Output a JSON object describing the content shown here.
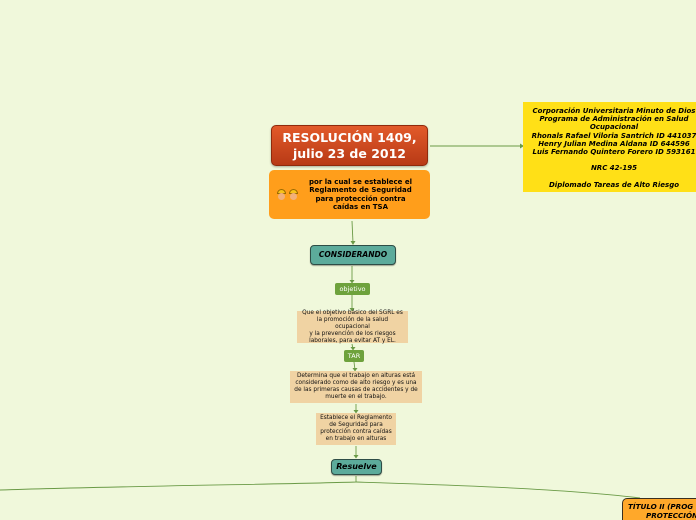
{
  "title_node": {
    "line1": "RESOLUCIÓN 1409,",
    "line2": "julio 23 de 2012"
  },
  "subtitle_node": {
    "icon": "construction-workers-icon",
    "lines": [
      "por la cual se establece el",
      "Reglamento de Seguridad",
      "para protección contra",
      "caídas en TSA"
    ]
  },
  "info_node": {
    "lines": [
      "Corporación Universitaria Minuto de Dios",
      "Programa de Administración en Salud",
      "Ocupacional",
      "Rhonals Rafael Viloria Santrich   ID 441037",
      "Henry Julian Medina Aldana   ID 644596",
      "Luis Fernando Quintero Forero ID 593161",
      "",
      "NRC 42-195",
      "",
      "Diplomado Tareas de Alto Riesgo"
    ]
  },
  "considerando_node": {
    "label": "CONSIDERANDO"
  },
  "objetivo_label": {
    "label": "objetivo"
  },
  "objetivo_text": {
    "lines": [
      "Que el objetivo básico del SGRL es",
      "la promoción de la salud ocupacional",
      "y la prevención de los riesgos",
      "laborales, para evitar AT y EL."
    ]
  },
  "tar_label": {
    "label": "TAR"
  },
  "tar_text": {
    "lines": [
      "Determina que el trabajo en alturas está",
      "considerado como de alto riesgo y es una",
      "de las primeras causas de accidentes y de",
      "muerte en el trabajo."
    ]
  },
  "reglamento_text": {
    "lines": [
      "Establece el Reglamento",
      "de Seguridad para",
      "protección contra caídas",
      "en trabajo en alturas"
    ]
  },
  "resuelve_node": {
    "label": "Resuelve"
  },
  "titulo2_node": {
    "lines": [
      "TÍTULO II (PROG",
      "PROTECCIÓN"
    ]
  },
  "colors": {
    "background": "#f0f8db",
    "title": "#c9461c",
    "subtitle": "#ff9e1b",
    "info": "#ffe017",
    "teal": "#5cab9b",
    "green_label": "#6ea23c",
    "tan": "#f0d3a3",
    "connector": "#6a9a46"
  }
}
